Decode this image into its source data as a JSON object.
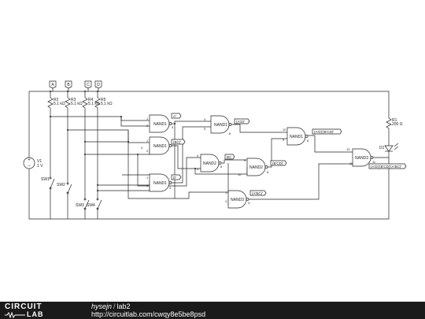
{
  "inputs": [
    {
      "name": "A",
      "resistor": "R2",
      "value": "5.1 kΩ"
    },
    {
      "name": "B",
      "resistor": "R3",
      "value": "5.1 kΩ"
    },
    {
      "name": "C",
      "resistor": "R4",
      "value": "5.1 kΩ"
    },
    {
      "name": "D",
      "resistor": "R5",
      "value": "5.1 kΩ"
    }
  ],
  "source": {
    "name": "V1",
    "value": "1 V"
  },
  "switches": [
    "SW1",
    "SW2",
    "SW3",
    "SW4"
  ],
  "gates": [
    {
      "id": "g1",
      "name": "NAND1",
      "output_label": "A'",
      "pins": [
        "1",
        "2",
        "3"
      ]
    },
    {
      "id": "g2",
      "name": "NAND1",
      "output_label": "(BC)'",
      "pins": [
        "3",
        "1",
        "2"
      ]
    },
    {
      "id": "g3",
      "name": "NAND1",
      "output_label": "D'",
      "pins": [
        "1",
        "2",
        "3"
      ]
    },
    {
      "id": "g4",
      "name": "NAND1",
      "output_label": "(A'D)'",
      "pins": [
        "4",
        "5",
        "6"
      ]
    },
    {
      "id": "g5",
      "name": "NAND2",
      "output_label": "BC",
      "pins": [
        "4",
        "5",
        "6"
      ]
    },
    {
      "id": "g6",
      "name": "NAND2",
      "output_label": "(B'CD)'",
      "pins": [
        "9",
        "10",
        "8"
      ]
    },
    {
      "id": "g7",
      "name": "NAND3",
      "output_label": "(A'BC)'",
      "pins": [
        "1",
        "2",
        "3"
      ]
    },
    {
      "id": "g8",
      "name": "NAND1",
      "output_label": "(A'D)'(B'CD)'",
      "pins": [
        "10",
        "9",
        "8"
      ]
    },
    {
      "id": "g9",
      "name": "NAND3",
      "output_label": "(A'D)'(B'CD)'(A'BC)'",
      "pins": [
        "13",
        "12",
        "11"
      ]
    }
  ],
  "led": {
    "resistor": "R1",
    "value": "200 Ω",
    "name": "D1"
  },
  "footer": {
    "brand_top": "CIRCUIT",
    "brand_bottom": "LAB",
    "user": "hysejn",
    "separator": "/",
    "title": "lab2",
    "url": "http://circuitlab.com/cwqy8e5be8psd"
  }
}
